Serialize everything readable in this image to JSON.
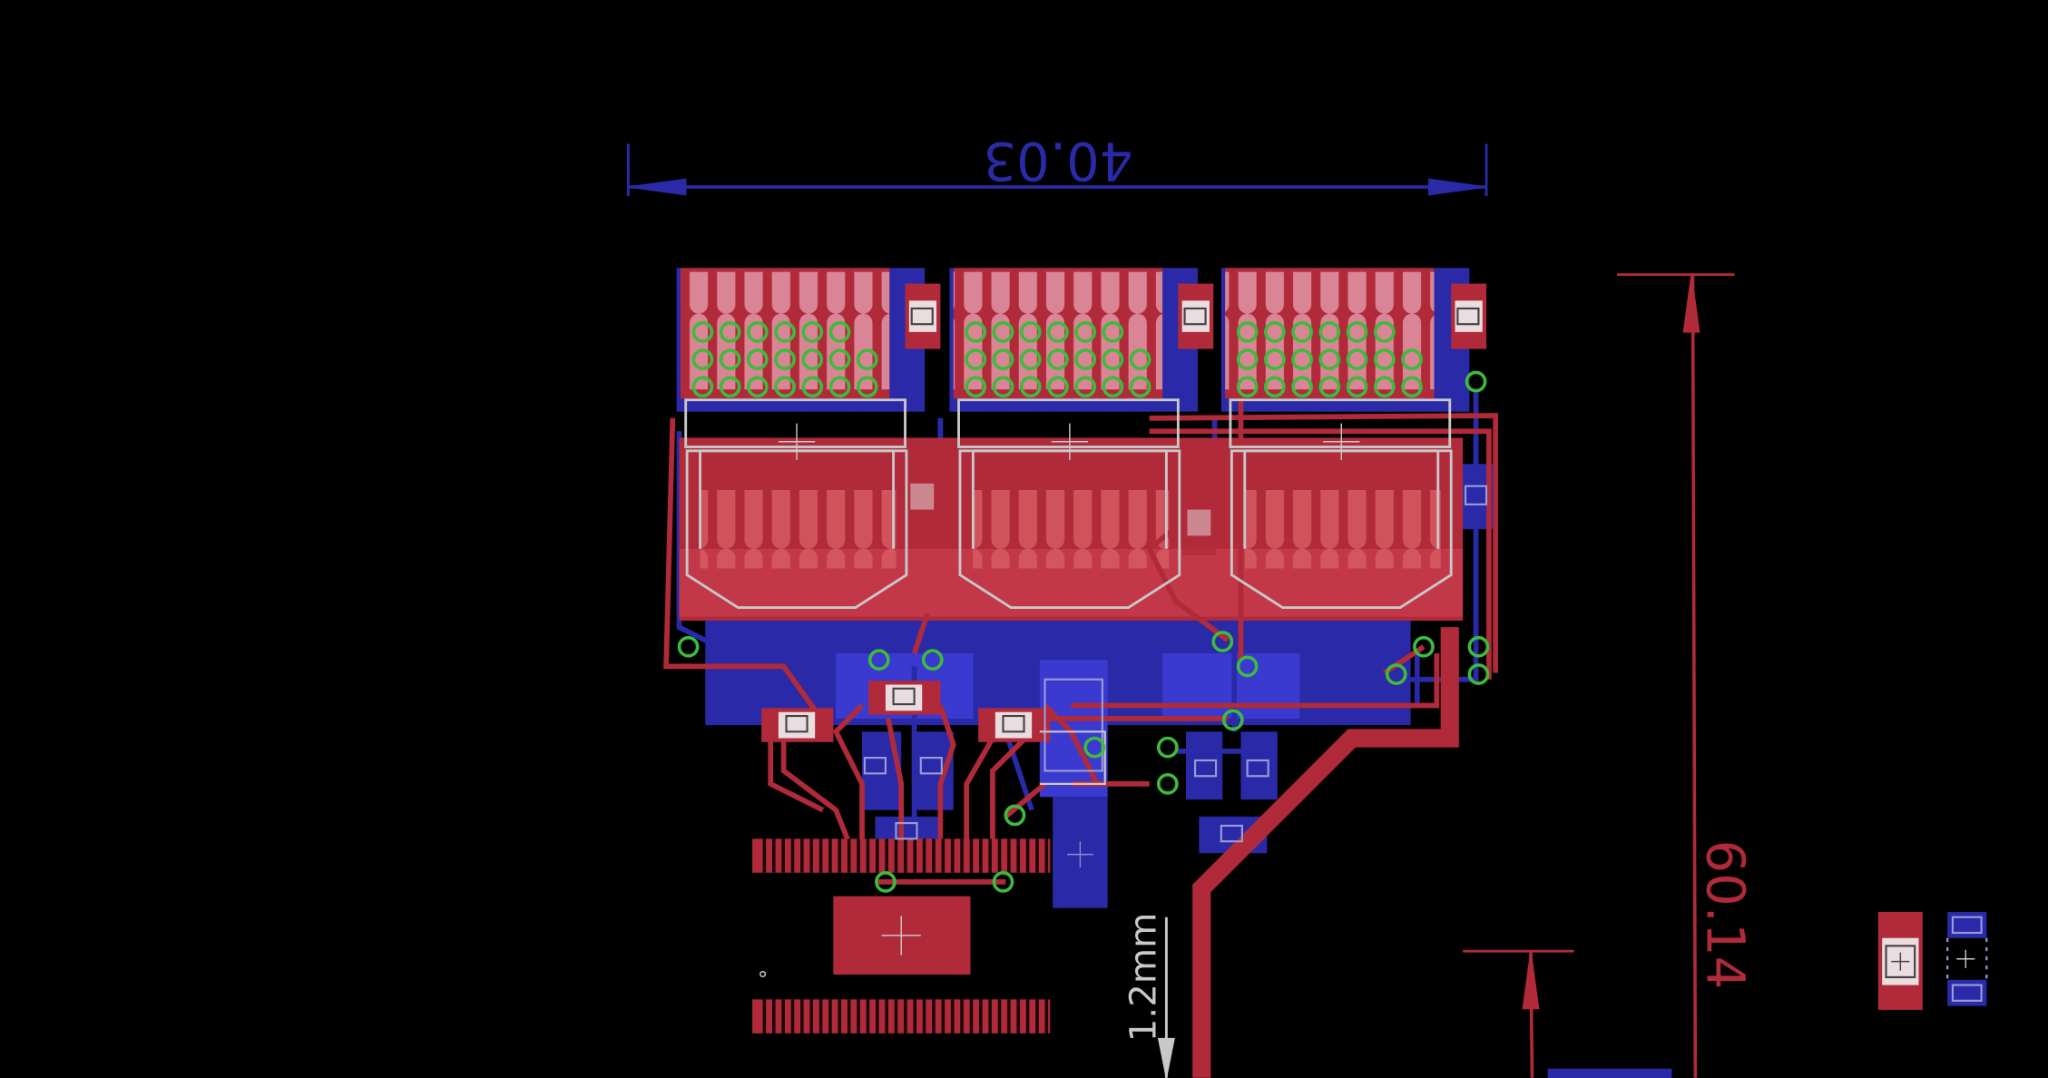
{
  "dimensions": {
    "width": "40.03",
    "height": "60.14",
    "trace_label": "1.2mm"
  },
  "markers": {
    "small_circle": "°"
  },
  "colors": {
    "background": "#000000",
    "top_copper": "#b02a3a",
    "bottom_copper": "#2a2aa8",
    "via": "#3dbb3d",
    "silkscreen": "#c8c8c8",
    "dim_blue": "#2a2aa8",
    "dim_red": "#b02a3a"
  }
}
